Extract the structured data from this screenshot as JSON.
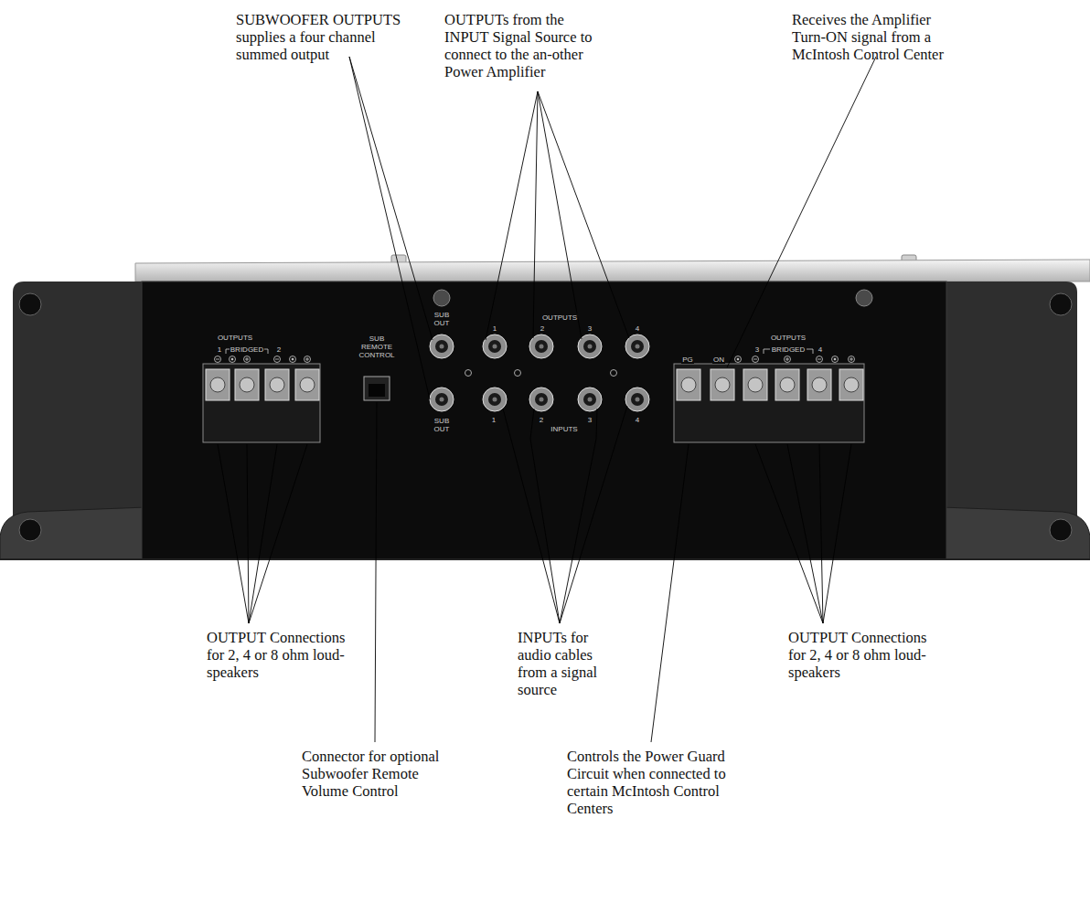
{
  "diagram": {
    "labels": [
      "SUBWOOFER OUTPUTS supplies a four channel summed output",
      "OUTPUTs from the INPUT Signal Source to connect to the an-other Power Amplifier",
      "Receives the Amplifier Turn-ON signal from a McIntosh Control Center",
      "OUTPUT Connections for 2, 4 or 8 ohm loud-speakers",
      "INPUTs for audio cables from a signal source",
      "OUTPUT Connections for 2, 4 or 8 ohm loud-speakers",
      "Connector for optional Subwoofer Remote Volume Control",
      "Controls the Power Guard Circuit when connected to certain McIntosh Control Centers",
      "OUTPUTS",
      "1",
      "BRIDGED",
      "2",
      "SUB REMOTE CONTROL",
      "SUB OUT",
      "SUB OUT",
      "OUTPUTS",
      "1",
      "2",
      "3",
      "4",
      "1",
      "2",
      "3",
      "4",
      "INPUTS",
      "OUTPUTS",
      "3",
      "BRIDGED",
      "4",
      "PG",
      "ON"
    ]
  }
}
